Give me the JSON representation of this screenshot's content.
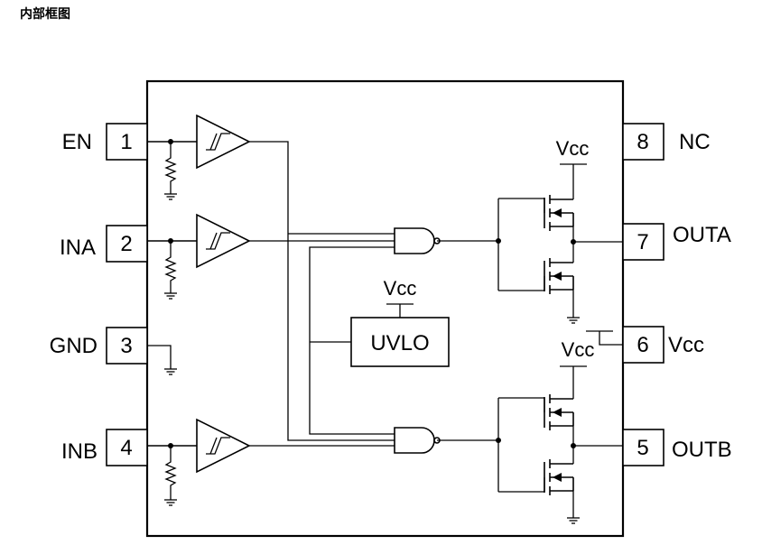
{
  "title": "内部框图",
  "pins": [
    {
      "num": "1",
      "name": "EN"
    },
    {
      "num": "2",
      "name": "INA"
    },
    {
      "num": "3",
      "name": "GND"
    },
    {
      "num": "4",
      "name": "INB"
    },
    {
      "num": "8",
      "name": "NC"
    },
    {
      "num": "7",
      "name": "OUTA"
    },
    {
      "num": "6",
      "name": "Vcc"
    },
    {
      "num": "5",
      "name": "OUTB"
    }
  ],
  "blocks": {
    "uvlo": "UVLO"
  },
  "supply_labels": {
    "uvlo_supply": "Vcc",
    "driver_a_supply": "Vcc",
    "driver_b_supply": "Vcc"
  },
  "colors": {
    "line": "#000000",
    "background": "#ffffff"
  }
}
